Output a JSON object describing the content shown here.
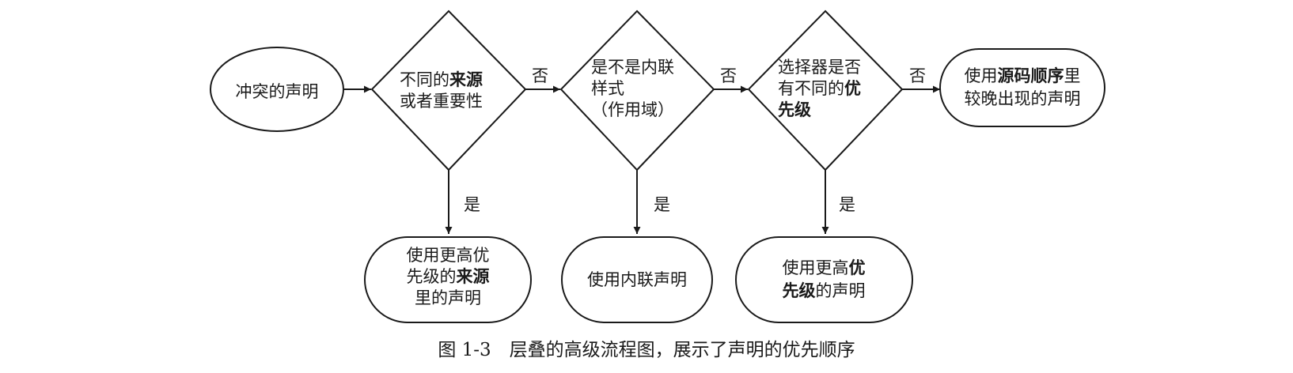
{
  "nodes": {
    "start": {
      "lines": [
        [
          {
            "t": "冲突的声明"
          }
        ]
      ]
    },
    "decision1": {
      "lines": [
        [
          {
            "t": "不同的"
          },
          {
            "t": "来源",
            "b": true
          }
        ],
        [
          {
            "t": "或者重要性"
          }
        ]
      ]
    },
    "decision2": {
      "lines": [
        [
          {
            "t": "是不是内联"
          }
        ],
        [
          {
            "t": "样式"
          }
        ],
        [
          {
            "t": "（作用域）"
          }
        ]
      ]
    },
    "decision3": {
      "lines": [
        [
          {
            "t": "选择器是否"
          }
        ],
        [
          {
            "t": "有不同的"
          },
          {
            "t": "优",
            "b": true
          }
        ],
        [
          {
            "t": "先级",
            "b": true
          }
        ]
      ]
    },
    "end_order": {
      "lines": [
        [
          {
            "t": "使用"
          },
          {
            "t": "源码顺序",
            "b": true
          },
          {
            "t": "里"
          }
        ],
        [
          {
            "t": "较晚出现的声明"
          }
        ]
      ]
    },
    "result_origin": {
      "lines": [
        [
          {
            "t": "使用更高优"
          }
        ],
        [
          {
            "t": "先级的"
          },
          {
            "t": "来源",
            "b": true
          }
        ],
        [
          {
            "t": "里的声明"
          }
        ]
      ]
    },
    "result_inline": {
      "lines": [
        [
          {
            "t": "使用内联声明"
          }
        ]
      ]
    },
    "result_specificity": {
      "lines": [
        [
          {
            "t": "使用更高"
          },
          {
            "t": "优",
            "b": true
          }
        ],
        [
          {
            "t": "先级",
            "b": true
          },
          {
            "t": "的声明"
          }
        ]
      ]
    }
  },
  "edge_labels": {
    "no1": "否",
    "no2": "否",
    "no3": "否",
    "yes1": "是",
    "yes2": "是",
    "yes3": "是"
  },
  "caption": "图 1-3　层叠的高级流程图，展示了声明的优先顺序"
}
